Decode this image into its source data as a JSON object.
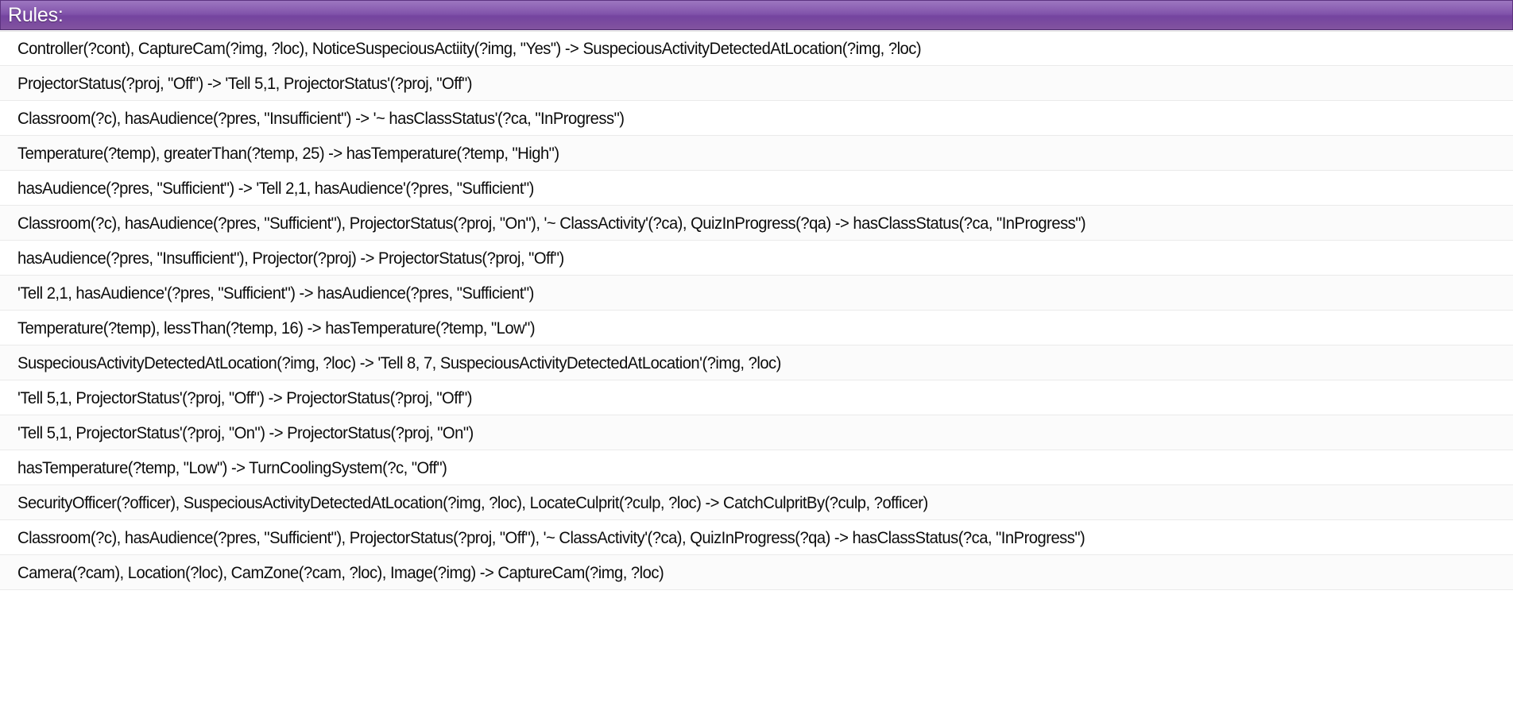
{
  "header": {
    "title": "Rules:",
    "background_color": "#7d4ea8",
    "text_color": "#ffffff"
  },
  "rules": {
    "count": 16,
    "arrow_glyph": "->",
    "items": [
      {
        "text": "Controller(?cont), CaptureCam(?img, ?loc), NoticeSuspeciousActiity(?img, \"Yes\") -> SuspeciousActivityDetectedAtLocation(?img, ?loc)"
      },
      {
        "text": "ProjectorStatus(?proj, \"Off\") -> 'Tell 5,1, ProjectorStatus'(?proj, \"Off\")"
      },
      {
        "text": "Classroom(?c), hasAudience(?pres, \"Insufficient\") -> '~ hasClassStatus'(?ca, \"InProgress\")"
      },
      {
        "text": "Temperature(?temp), greaterThan(?temp, 25) -> hasTemperature(?temp, \"High\")"
      },
      {
        "text": "hasAudience(?pres, \"Sufficient\") -> 'Tell 2,1, hasAudience'(?pres, \"Sufficient\")"
      },
      {
        "text": "Classroom(?c), hasAudience(?pres, \"Sufficient\"), ProjectorStatus(?proj, \"On\"), '~ ClassActivity'(?ca), QuizInProgress(?qa) -> hasClassStatus(?ca, \"InProgress\")"
      },
      {
        "text": "hasAudience(?pres, \"Insufficient\"), Projector(?proj) -> ProjectorStatus(?proj, \"Off\")"
      },
      {
        "text": "'Tell 2,1, hasAudience'(?pres, \"Sufficient\") -> hasAudience(?pres, \"Sufficient\")"
      },
      {
        "text": "Temperature(?temp), lessThan(?temp, 16) -> hasTemperature(?temp, \"Low\")"
      },
      {
        "text": "SuspeciousActivityDetectedAtLocation(?img, ?loc) -> 'Tell 8, 7, SuspeciousActivityDetectedAtLocation'(?img, ?loc)"
      },
      {
        "text": "'Tell 5,1, ProjectorStatus'(?proj, \"Off\") -> ProjectorStatus(?proj, \"Off\")"
      },
      {
        "text": "'Tell 5,1, ProjectorStatus'(?proj, \"On\") -> ProjectorStatus(?proj, \"On\")"
      },
      {
        "text": "hasTemperature(?temp, \"Low\") -> TurnCoolingSystem(?c, \"Off\")"
      },
      {
        "text": "SecurityOfficer(?officer), SuspeciousActivityDetectedAtLocation(?img, ?loc), LocateCulprit(?culp, ?loc) -> CatchCulpritBy(?culp, ?officer)"
      },
      {
        "text": "Classroom(?c), hasAudience(?pres, \"Sufficient\"), ProjectorStatus(?proj, \"Off\"), '~ ClassActivity'(?ca), QuizInProgress(?qa) -> hasClassStatus(?ca, \"InProgress\")"
      },
      {
        "text": "Camera(?cam), Location(?loc), CamZone(?cam, ?loc), Image(?img) -> CaptureCam(?img, ?loc)"
      }
    ]
  }
}
